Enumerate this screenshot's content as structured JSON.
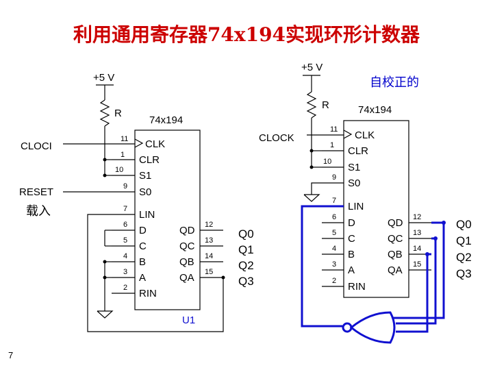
{
  "title": "利用通用寄存器74x194实现环形计数器",
  "page_number": "7",
  "note": "自校正的",
  "left": {
    "vcc": "+5 V",
    "resistor": "R",
    "chip": "74x194",
    "unit": "U1",
    "clock_input": "CLOCI",
    "reset_input": "RESET",
    "load_label": "载入",
    "pins_left": [
      {
        "num": "11",
        "name": "CLK"
      },
      {
        "num": "1",
        "name": "CLR"
      },
      {
        "num": "10",
        "name": "S1"
      },
      {
        "num": "9",
        "name": "S0"
      },
      {
        "num": "7",
        "name": "LIN"
      },
      {
        "num": "6",
        "name": "D"
      },
      {
        "num": "5",
        "name": "C"
      },
      {
        "num": "4",
        "name": "B"
      },
      {
        "num": "3",
        "name": "A"
      },
      {
        "num": "2",
        "name": "RIN"
      }
    ],
    "pins_right": [
      {
        "num": "12",
        "name": "QD"
      },
      {
        "num": "13",
        "name": "QC"
      },
      {
        "num": "14",
        "name": "QB"
      },
      {
        "num": "15",
        "name": "QA"
      }
    ],
    "outputs": [
      "Q0",
      "Q1",
      "Q2",
      "Q3"
    ]
  },
  "right": {
    "vcc": "+5 V",
    "resistor": "R",
    "chip": "74x194",
    "clock_input": "CLOCK",
    "pins_left": [
      {
        "num": "11",
        "name": "CLK"
      },
      {
        "num": "1",
        "name": "CLR"
      },
      {
        "num": "10",
        "name": "S1"
      },
      {
        "num": "9",
        "name": "S0"
      },
      {
        "num": "7",
        "name": "LIN"
      },
      {
        "num": "6",
        "name": "D"
      },
      {
        "num": "5",
        "name": "C"
      },
      {
        "num": "4",
        "name": "B"
      },
      {
        "num": "3",
        "name": "A"
      },
      {
        "num": "2",
        "name": "RIN"
      }
    ],
    "pins_right": [
      {
        "num": "12",
        "name": "QD"
      },
      {
        "num": "13",
        "name": "QC"
      },
      {
        "num": "14",
        "name": "QB"
      },
      {
        "num": "15",
        "name": "QA"
      }
    ],
    "outputs": [
      "Q0",
      "Q1",
      "Q2",
      "Q3"
    ]
  }
}
